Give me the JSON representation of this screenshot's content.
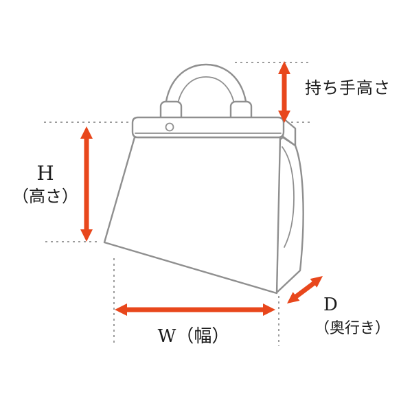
{
  "labels": {
    "handle_height": "持ち手高さ",
    "height_letter": "H",
    "height_name": "（高さ）",
    "width": "W（幅）",
    "depth_letter": "D",
    "depth_name": "（奥行き）"
  },
  "colors": {
    "arrow": "#e8471c",
    "line": "#8f8f8f",
    "guide": "#9c9c9c",
    "text": "#1a1a1a",
    "background": "#ffffff"
  }
}
